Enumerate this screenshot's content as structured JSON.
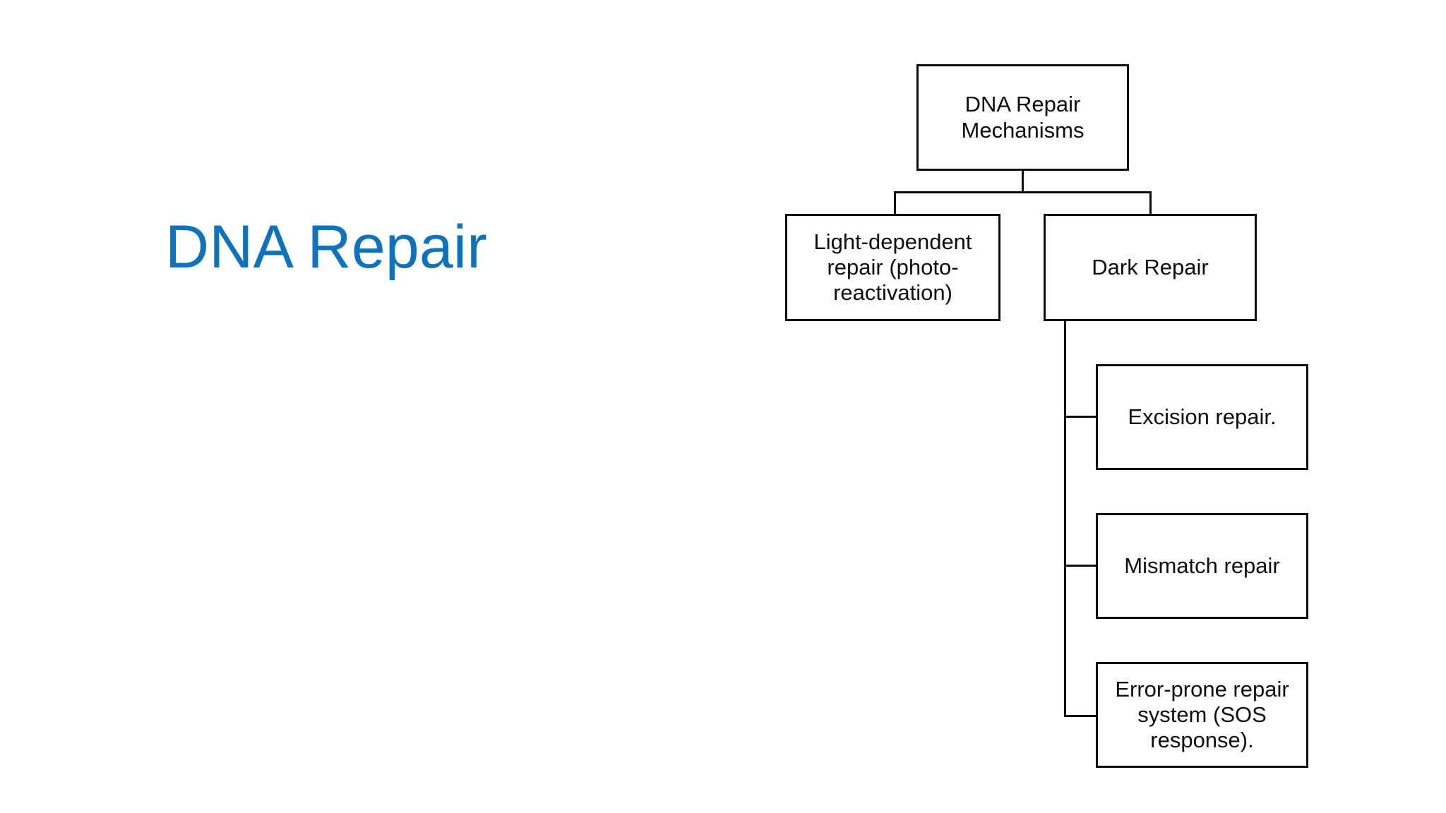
{
  "slide": {
    "title": "DNA Repair",
    "title_color": "#1072ba",
    "background_color": "#ffffff",
    "text_color": "#0d0d0d"
  },
  "diagram": {
    "type": "hierarchy-tree",
    "root": {
      "id": "root",
      "label": "DNA Repair Mechanisms"
    },
    "level2": [
      {
        "id": "light-dependent-repair",
        "label": "Light-dependent repair (photo-reactivation)"
      },
      {
        "id": "dark-repair",
        "label": "Dark Repair"
      }
    ],
    "level3": [
      {
        "id": "excision-repair",
        "label": "Excision repair.",
        "parent": "dark-repair"
      },
      {
        "id": "mismatch-repair",
        "label": "Mismatch repair",
        "parent": "dark-repair"
      },
      {
        "id": "sos-response",
        "label": "Error-prone repair system (SOS response).",
        "parent": "dark-repair"
      }
    ]
  }
}
